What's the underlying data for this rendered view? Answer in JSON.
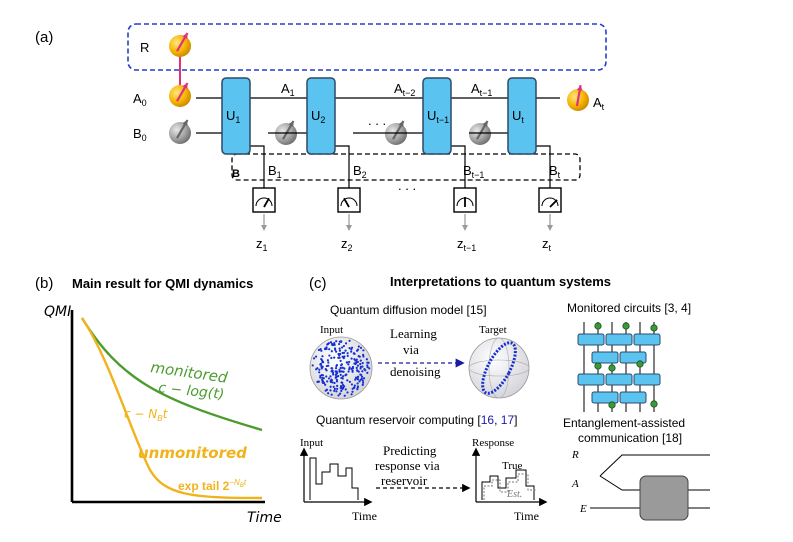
{
  "panel_a": {
    "label": "(a)",
    "reference_label": "R",
    "a_input": {
      "main": "A",
      "sub": "0"
    },
    "b_input": {
      "main": "B",
      "sub": "0"
    },
    "unitaries": [
      {
        "main": "U",
        "sub": "1"
      },
      {
        "main": "U",
        "sub": "2"
      },
      {
        "main": "U",
        "sub": "t−1"
      },
      {
        "main": "U",
        "sub": "t"
      }
    ],
    "a_wires": [
      {
        "main": "A",
        "sub": "1"
      },
      {
        "main": "A",
        "sub": "t−2"
      },
      {
        "main": "A",
        "sub": "t−1"
      }
    ],
    "a_output": {
      "main": "A",
      "sub": "t"
    },
    "b_box_label": "B",
    "b_wires": [
      {
        "main": "B",
        "sub": "1"
      },
      {
        "main": "B",
        "sub": "2"
      },
      {
        "main": "B",
        "sub": "t−1"
      },
      {
        "main": "B",
        "sub": "t"
      }
    ],
    "outcomes": [
      {
        "main": "z",
        "sub": "1"
      },
      {
        "main": "z",
        "sub": "2"
      },
      {
        "main": "z",
        "sub": "t−1"
      },
      {
        "main": "z",
        "sub": "t"
      }
    ],
    "ellipsis": ". . ."
  },
  "panel_b": {
    "label": "(b)",
    "title": "Main result for QMI dynamics",
    "ylabel": "QMI",
    "xlabel": "Time",
    "monitored_label": "monitored",
    "monitored_formula": "c − log(t)",
    "unmonitored_label": "unmonitored",
    "linear_formula": "c − N",
    "linear_formula_sub": "B",
    "linear_formula_end": "t",
    "tail_label": "exp tail 2",
    "tail_sup": "−N",
    "tail_sup_sub": "B",
    "tail_sup_end": "t",
    "colors": {
      "monitored": "#4b9b2e",
      "unmonitored": "#f1b31c",
      "axis": "#000000"
    }
  },
  "panel_c": {
    "label": "(c)",
    "title": "Interpretations to quantum systems",
    "diffusion": {
      "title": "Quantum diffusion model [15]",
      "input_label": "Input",
      "target_label": "Target",
      "arrow_text_1": "Learning",
      "arrow_text_2": "via",
      "arrow_text_3": "denoising"
    },
    "reservoir": {
      "title_pre": "Quantum reservoir computing [",
      "ref_1": "16",
      "ref_sep": ", ",
      "ref_2": "17",
      "title_post": "]",
      "input_label": "Input",
      "response_label": "Response",
      "time_label_1": "Time",
      "time_label_2": "Time",
      "arrow_text_1": "Predicting",
      "arrow_text_2": "response via",
      "arrow_text_3": "reservoir",
      "true_label": "True",
      "est_label": "Est."
    },
    "monitored_circuits": {
      "title": "Monitored circuits [3, 4]"
    },
    "entanglement": {
      "title_1": "Entanglement-assisted",
      "title_2": "communication [18]",
      "r_label": "R",
      "a_label": "A",
      "e_label": "E"
    },
    "colors": {
      "gate": "#5ac3ef",
      "dot": "#3a9a3a",
      "link": "#1a1aa5",
      "sphere_points": "#1530d0"
    }
  }
}
